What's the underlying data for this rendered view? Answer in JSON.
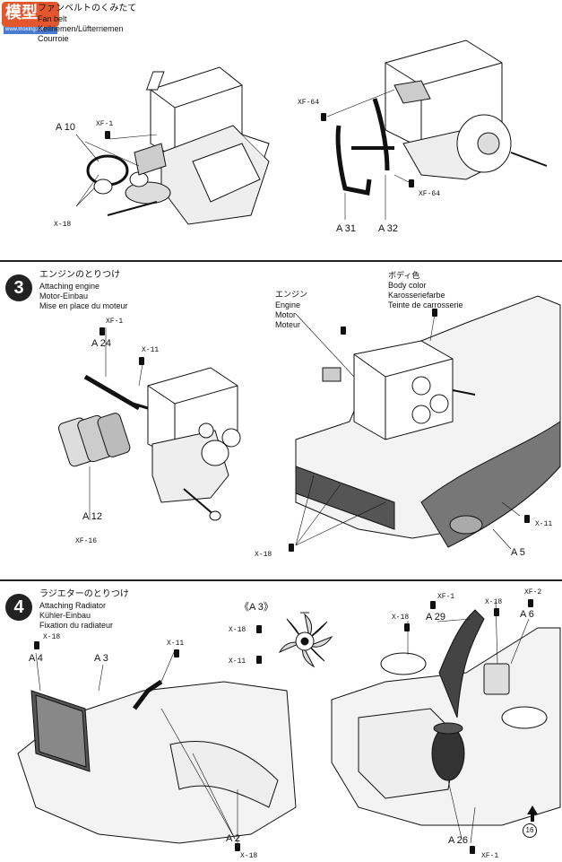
{
  "watermark": {
    "text": "模型",
    "subtext": "www.moxing.net"
  },
  "step_top": {
    "lines": [
      "ファンベルトのくみたて",
      "Fan belt",
      "Keilriemen/Lüfterriemen",
      "Courroie"
    ],
    "labels": {
      "a10": "A 10",
      "xf1": "XF-1",
      "x18": "X-18",
      "xf64a": "XF-64",
      "xf64b": "XF-64",
      "a31": "A 31",
      "a32": "A 32"
    }
  },
  "step3": {
    "number": "3",
    "title_jp": "エンジンのとりつけ",
    "title_en": "Attaching engine",
    "title_de": "Motor-Einbau",
    "title_fr": "Mise en place du moteur",
    "engine_jp": "エンジン",
    "engine_en": "Engine",
    "engine_de": "Motor",
    "engine_fr": "Moteur",
    "body_color_jp": "ボディ色",
    "body_color_en": "Body color",
    "body_color_de": "Karosseriefarbe",
    "body_color_fr": "Teinte de carrosserie",
    "labels": {
      "xf1": "XF-1",
      "a24": "A 24",
      "x11": "X-11",
      "a12": "A 12",
      "xf16": "XF-16",
      "x18": "X-18",
      "x11b": "X-11",
      "a5": "A 5"
    }
  },
  "step4": {
    "number": "4",
    "title_jp": "ラジエターのとりつけ",
    "title_en": "Attaching Radiator",
    "title_de": "Kühler-Einbau",
    "title_fr": "Fixation du radiateur",
    "a3_bracket": "《A 3》",
    "labels": {
      "x18a": "X-18",
      "a4": "A 4",
      "a3": "A 3",
      "x11": "X-11",
      "x18fan": "X-18",
      "x11fan": "X-11",
      "a2": "A 2",
      "x18b": "X-18",
      "xf1": "XF-1",
      "x18c": "X-18",
      "a29": "A 29",
      "x18d": "X-18",
      "xf2": "XF-2",
      "a6": "A 6",
      "a26": "A 26",
      "xf1b": "XF-1"
    }
  },
  "page_number": "16"
}
